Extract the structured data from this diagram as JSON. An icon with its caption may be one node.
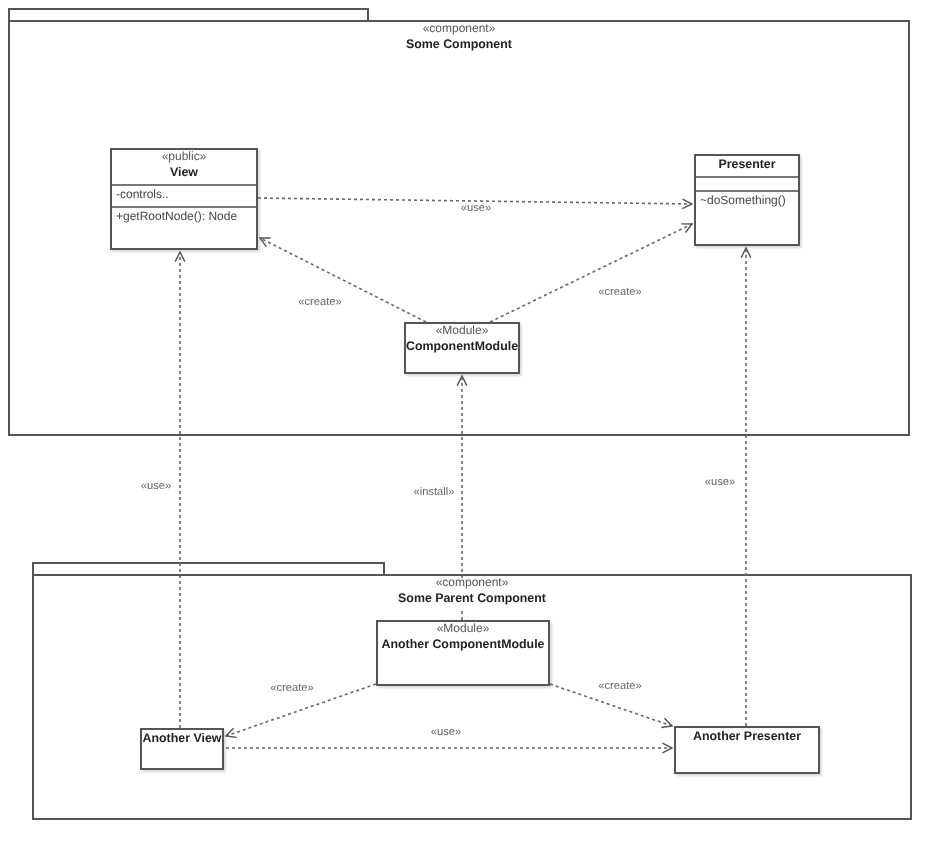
{
  "diagram": {
    "nodes": [
      {
        "text": [
          "«component»",
          "Some Component"
        ]
      },
      {
        "text": [
          "«public»",
          "View",
          "-controls..",
          "+getRootNode(): Node"
        ],
        "in": 0
      },
      {
        "text": [
          "Presenter",
          "~doSomething()"
        ],
        "in": 0
      },
      {
        "text": [
          "«Module»",
          "ComponentModule"
        ],
        "in": 0
      },
      {
        "text": [
          "«component»",
          "Some Parent Component"
        ]
      },
      {
        "text": [
          "«Module»",
          "Another ComponentModule"
        ],
        "in": 4
      },
      {
        "text": [
          "Another View"
        ],
        "in": 4
      },
      {
        "text": [
          "Another Presenter"
        ],
        "in": 4
      }
    ],
    "edges": [
      {
        "from": 1,
        "to": 2,
        "arrow": "to",
        "label": "«use»",
        "style": "dashed"
      },
      {
        "from": 3,
        "to": 1,
        "arrow": "to",
        "label": "«create»",
        "style": "dashed"
      },
      {
        "from": 3,
        "to": 2,
        "arrow": "to",
        "label": "«create»",
        "style": "dashed"
      },
      {
        "from": 6,
        "to": 1,
        "arrow": "to",
        "label": "«use»",
        "style": "dashed"
      },
      {
        "from": 5,
        "to": 3,
        "arrow": "to",
        "label": "«install»",
        "style": "dashed"
      },
      {
        "from": 7,
        "to": 2,
        "arrow": "to",
        "label": "«use»",
        "style": "dashed"
      },
      {
        "from": 5,
        "to": 6,
        "arrow": "to",
        "label": "«create»",
        "style": "dashed"
      },
      {
        "from": 5,
        "to": 7,
        "arrow": "to",
        "label": "«create»",
        "style": "dashed"
      },
      {
        "from": 6,
        "to": 7,
        "arrow": "to",
        "label": "«use»",
        "style": "dashed"
      }
    ]
  }
}
